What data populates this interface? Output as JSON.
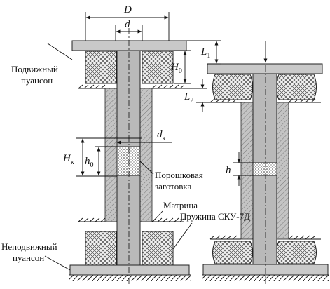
{
  "labels": {
    "D": "D",
    "d": "d",
    "L1": {
      "main": "L",
      "sub": "1"
    },
    "L2": {
      "main": "L",
      "sub": "2"
    },
    "H0": {
      "main": "H",
      "sub": "0"
    },
    "Hk": {
      "main": "H",
      "sub": "к"
    },
    "h0": {
      "main": "h",
      "sub": "0"
    },
    "dk": {
      "main": "d",
      "sub": "к"
    },
    "h": "h"
  },
  "callouts": {
    "movable_punch": [
      "Подвижный",
      "пуансон"
    ],
    "fixed_punch": [
      "Неподвижный",
      "пуансон"
    ],
    "powder_blank": [
      "Порошковая",
      "заготовка"
    ],
    "die": "Матрица",
    "spring": "Пружина СКУ-7Д"
  }
}
